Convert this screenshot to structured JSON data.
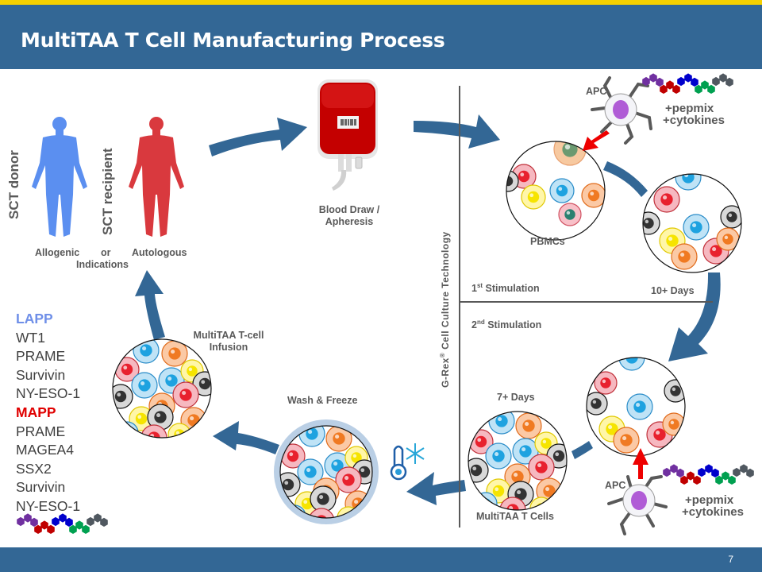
{
  "slide": {
    "title": "MultiTAA T Cell Manufacturing Process",
    "page_number": "7",
    "colors": {
      "header": "#336795",
      "accent_bar": "#f5d000",
      "arrow": "#336795",
      "lapp": "#6f8fe8",
      "mapp": "#e00000",
      "red_arrow": "#ee0000",
      "text": "#595959"
    }
  },
  "donors": {
    "donor_label": "SCT donor",
    "recipient_label": "SCT recipient",
    "allogenic": "Allogenic",
    "or": "or",
    "autologous": "Autologous",
    "indications": "Indications",
    "donor_icon": "blue-human-body-icon",
    "recipient_icon": "red-human-body-icon"
  },
  "blood_draw": {
    "line1": "Blood Draw /",
    "line2": "Apheresis",
    "icon": "blood-bag-icon"
  },
  "grex": {
    "label": "G-Rex",
    "reg": "®",
    "label_rest": " Cell Culture Technology",
    "first_num": "1",
    "first_sup": "st",
    "first_text": " Stimulation",
    "second_num": "2",
    "second_sup": "nd",
    "second_text": " Stimulation"
  },
  "stimulation_top": {
    "apc_label": "APC",
    "pepmix": "+pepmix",
    "cytokines": "+cytokines",
    "pbmcs_label": "PBMCs",
    "days_label": "10+ Days"
  },
  "stimulation_bottom": {
    "apc_label": "APC",
    "pepmix": "+pepmix",
    "cytokines": "+cytokines",
    "days_label": "7+ Days",
    "cells_label": "MultiTAA T Cells"
  },
  "wash_freeze": {
    "label": "Wash & Freeze",
    "icons": [
      "thermometer-icon",
      "snowflake-icon"
    ]
  },
  "infusion": {
    "line1": "MultiTAA T-cell",
    "line2": "Infusion"
  },
  "antigens": {
    "lapp": {
      "title": "LAPP",
      "items": [
        "WT1",
        "PRAME",
        "Survivin",
        "NY-ESO-1"
      ]
    },
    "mapp": {
      "title": "MAPP",
      "items": [
        "PRAME",
        "MAGEA4",
        "SSX2",
        "Survivin",
        "NY-ESO-1"
      ]
    }
  },
  "peptide_colors": [
    "#7030a0",
    "#c00000",
    "#0000cc",
    "#00a050",
    "#505860"
  ]
}
